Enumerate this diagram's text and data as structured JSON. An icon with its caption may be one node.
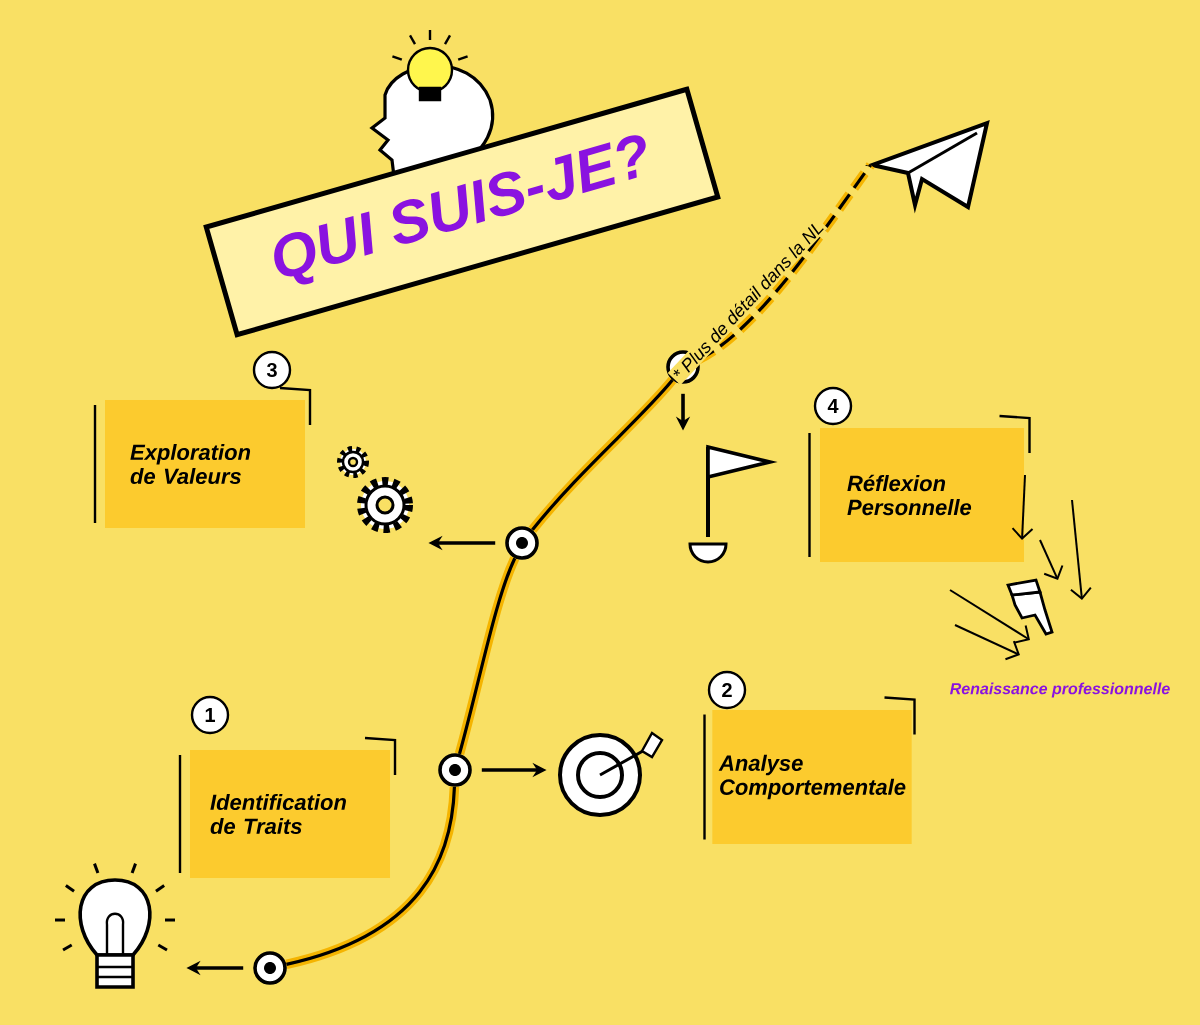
{
  "diagram": {
    "nodes": [
      {
        "text": [
          "QUI SUIS-JE?"
        ]
      },
      {
        "text": [
          "Identification de Traits"
        ]
      },
      {
        "text": [
          "1"
        ]
      },
      {
        "text": [
          "Analyse Comportementale"
        ]
      },
      {
        "text": [
          "2"
        ]
      },
      {
        "text": [
          "Exploration de Valeurs"
        ]
      },
      {
        "text": [
          "3"
        ]
      },
      {
        "text": [
          "Réflexion Personnelle"
        ]
      },
      {
        "text": [
          "4"
        ]
      },
      {
        "text": [],
        "shape": "circle"
      },
      {
        "text": [],
        "shape": "circle"
      },
      {
        "text": [],
        "shape": "circle"
      },
      {
        "text": [],
        "shape": "circle"
      },
      {
        "text": [],
        "shape": "bulb"
      },
      {
        "text": [],
        "shape": "target"
      },
      {
        "text": [],
        "shape": "gears"
      },
      {
        "text": [],
        "shape": "flag"
      },
      {
        "text": [],
        "shape": "plane"
      }
    ],
    "edges": [
      {
        "from": 9,
        "to": 10,
        "arrow": "none",
        "style": "thick"
      },
      {
        "from": 10,
        "to": 11,
        "arrow": "none",
        "style": "thick"
      },
      {
        "from": 11,
        "to": 12,
        "arrow": "none",
        "style": "thick"
      },
      {
        "from": 12,
        "to": 17,
        "arrow": "none",
        "style": "dashed",
        "label": "* Plus de détail dans la NL"
      },
      {
        "from": 9,
        "to": 13,
        "arrow": "to",
        "color": "#000000"
      },
      {
        "from": 10,
        "to": 14,
        "arrow": "to",
        "color": "#000000"
      },
      {
        "from": 11,
        "to": 15,
        "arrow": "to",
        "color": "#000000"
      },
      {
        "from": 12,
        "to": 16,
        "arrow": "to",
        "color": "#000000"
      }
    ],
    "labels": [
      "Renaissance professionnelle"
    ]
  }
}
